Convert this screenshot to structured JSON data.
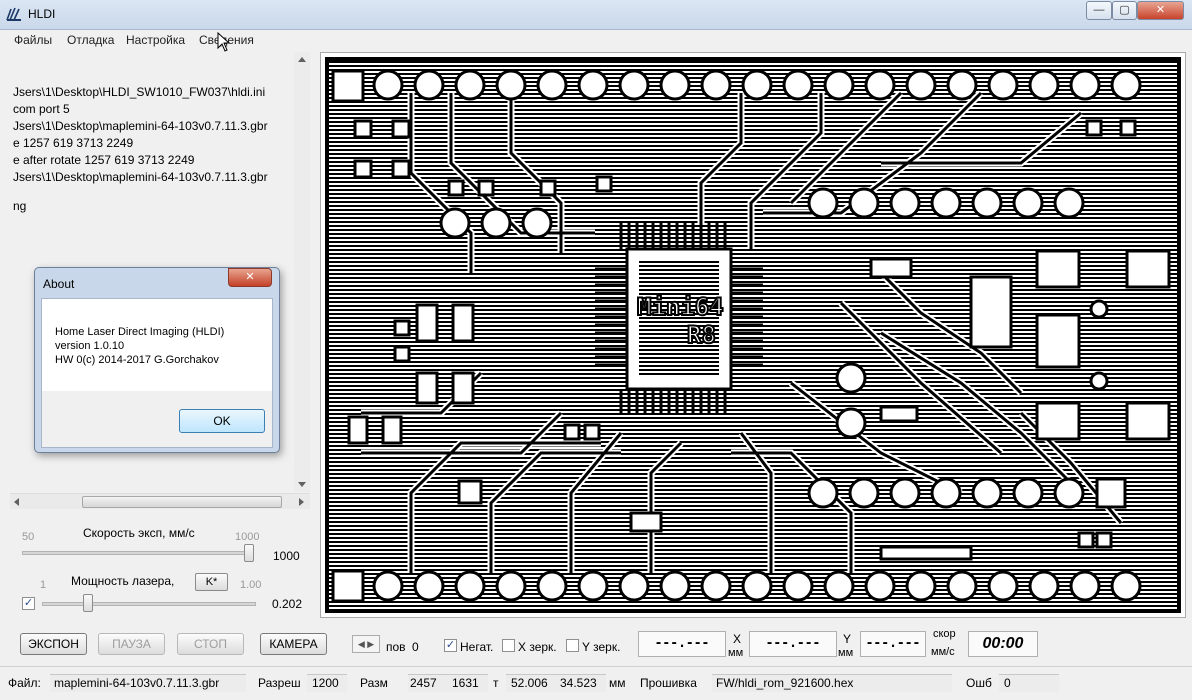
{
  "window": {
    "title": "HLDI",
    "minimize": "—",
    "maximize": "▢",
    "close": "✕"
  },
  "menu": [
    "Файлы",
    "Отладка",
    "Настройка",
    "Сведения"
  ],
  "log": [
    "Jsers\\1\\Desktop\\HLDI_SW1010_FW037\\hldi.ini",
    "com port 5",
    "Jsers\\1\\Desktop\\maplemini-64-103v0.7.11.3.gbr",
    "e 1257 619 3713 2249",
    "e after rotate 1257 619 3713 2249",
    "Jsers\\1\\Desktop\\maplemini-64-103v0.7.11.3.gbr",
    "",
    "ng"
  ],
  "speed": {
    "label": "Скорость эксп, мм/с",
    "min": "50",
    "max": "1000",
    "value": "1000",
    "level": 1.0
  },
  "power": {
    "label": "Мощность лазера,",
    "k_button": "K*",
    "min": "1",
    "max": "1.00",
    "value": "0.202",
    "level": 0.202
  },
  "buttons": {
    "expose": "ЭКСПОН",
    "pause": "ПАУЗА",
    "stop": "СТОП",
    "camera": "КАМЕРА"
  },
  "controls": {
    "rot_label": "пов",
    "rot_value": "0",
    "negative_label": "Негат.",
    "negative_checked": true,
    "mirror_x_label": "X зерк.",
    "mirror_x_checked": false,
    "mirror_y_label": "Y зерк.",
    "mirror_y_checked": false
  },
  "readouts": {
    "x_value": "---.---",
    "x_label": "X",
    "x_unit": "мм",
    "y_value": "---.---",
    "y_label": "Y",
    "y_unit": "мм",
    "speed_value": "---.---",
    "speed_label": "скор",
    "speed_unit": "мм/с",
    "time": "00:00"
  },
  "status": {
    "file_label": "Файл:",
    "file_value": "maplemini-64-103v0.7.11.3.gbr",
    "res_label": "Разреш",
    "res_value": "1200",
    "size_label": "Разм",
    "size_w": "2457",
    "size_h": "1631",
    "t_label": "т",
    "dim_w": "52.006",
    "dim_h": "34.523",
    "dim_unit": "мм",
    "fw_label": "Прошивка",
    "fw_value": "FW/hldi_rom_921600.hex",
    "err_label": "Ошб",
    "err_value": "0"
  },
  "pcb": {
    "silk_line1": "Mini64",
    "silk_line2": "R8"
  },
  "dialog": {
    "title": "About",
    "line1": "Home Laser Direct Imaging (HLDI)",
    "line2": "version 1.0.10",
    "line3": "HW    0(c) 2014-2017 G.Gorchakov",
    "ok": "OK",
    "close": "✕"
  },
  "colors": {
    "accent": "#3c7fb1",
    "pcb_ink": "#000000",
    "pcb_bg": "#ffffff"
  }
}
